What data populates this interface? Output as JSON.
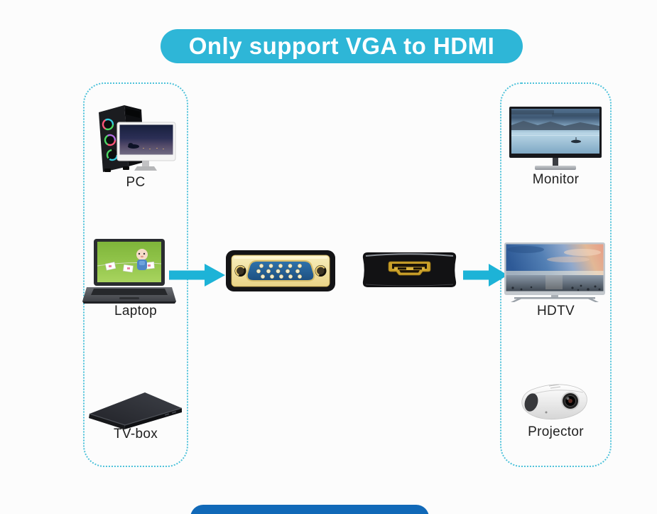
{
  "banner_top": {
    "text": "Only support VGA to HDMI",
    "bg": "#2eb6d7",
    "text_color": "#ffffff"
  },
  "banner_bottom": {
    "bg": "#1169b8"
  },
  "panels": {
    "border_color": "#4ec2da",
    "style": "dotted-rounded"
  },
  "sources": {
    "items": [
      {
        "label": "PC",
        "icon": "desktop-pc-icon"
      },
      {
        "label": "Laptop",
        "icon": "laptop-icon"
      },
      {
        "label": "TV-box",
        "icon": "tv-box-icon"
      }
    ]
  },
  "targets": {
    "items": [
      {
        "label": "Monitor",
        "icon": "monitor-icon"
      },
      {
        "label": "HDTV",
        "icon": "hdtv-icon"
      },
      {
        "label": "Projector",
        "icon": "projector-icon"
      }
    ]
  },
  "converter": {
    "vga_icon": "vga-male-connector-icon",
    "hdmi_icon": "hdmi-female-adapter-icon",
    "arrow_icon": "arrow-right-icon",
    "arrow_color": "#1db3d7",
    "vga_gold": "#e9d387",
    "vga_blue": "#2f73ac",
    "hdmi_gold": "#caa02a"
  }
}
